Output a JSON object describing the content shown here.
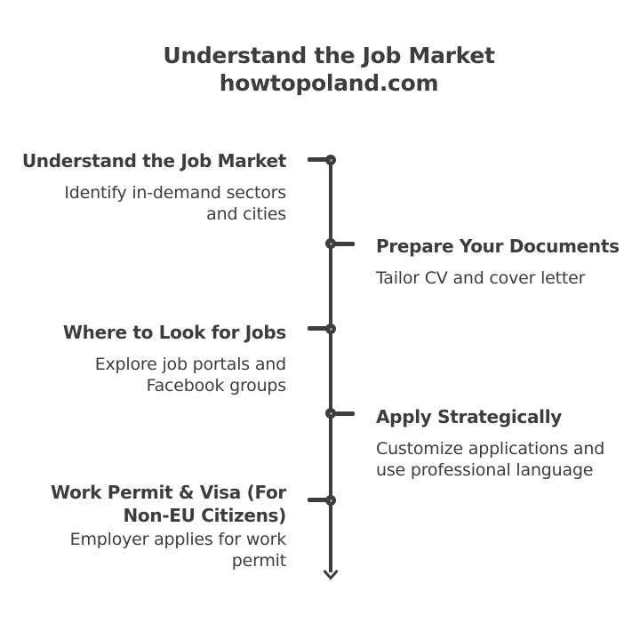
{
  "title": {
    "line1": "Understand the Job Market",
    "line2": "howtopoland.com"
  },
  "timeline": {
    "items": [
      {
        "side": "left",
        "heading_lines": [
          "Understand the Job Market"
        ],
        "description_lines": [
          "Identify in-demand sectors",
          "and cities"
        ]
      },
      {
        "side": "right",
        "heading_lines": [
          "Prepare Your Documents"
        ],
        "description_lines": [
          "Tailor CV and cover letter"
        ]
      },
      {
        "side": "left",
        "heading_lines": [
          "Where to Look for Jobs"
        ],
        "description_lines": [
          "Explore job portals and",
          "Facebook groups"
        ]
      },
      {
        "side": "right",
        "heading_lines": [
          "Apply Strategically"
        ],
        "description_lines": [
          "Customize applications and",
          "use professional language"
        ]
      },
      {
        "side": "left",
        "heading_lines": [
          "Work Permit & Visa (For",
          "Non-EU Citizens)"
        ],
        "description_lines": [
          "Employer applies for work",
          "permit"
        ]
      }
    ]
  },
  "colors": {
    "text": "#3d3d3d",
    "line": "#3d3d3d",
    "node_fill": "#3d3d3d",
    "node_center": "#969696",
    "background": "#ffffff"
  }
}
